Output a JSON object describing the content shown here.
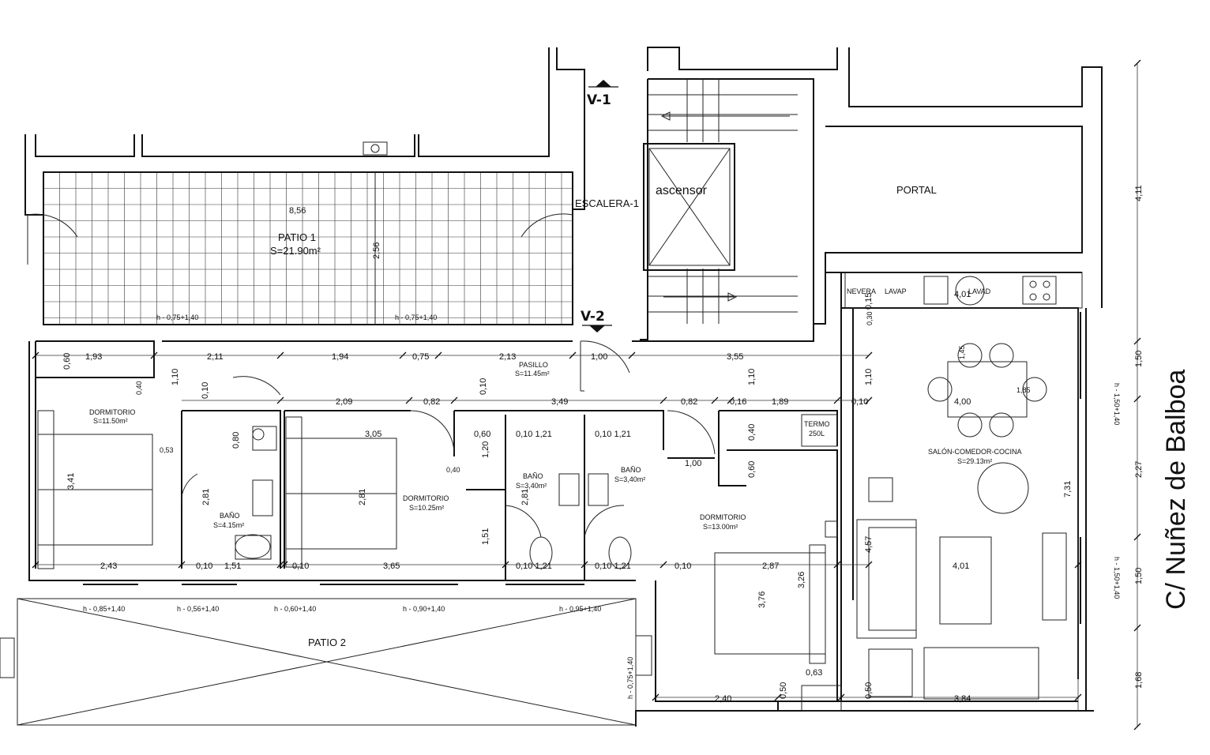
{
  "street": "C/ Nuñez de Balboa",
  "views": {
    "v1": "V-1",
    "v2": "V-2"
  },
  "stair": {
    "label": "ESCALERA-1",
    "elevator": "ascensor"
  },
  "portal": "PORTAL",
  "patio1": {
    "name": "PATIO 1",
    "area": "S=21.90m²",
    "width": "8,56",
    "depth": "2,56"
  },
  "patio2": {
    "name": "PATIO 2"
  },
  "rooms": {
    "bed1": {
      "name": "DORMITORIO",
      "area": "S=11.50m²"
    },
    "bath1": {
      "name": "BAÑO",
      "area": "S=4.15m²"
    },
    "bed2": {
      "name": "DORMITORIO",
      "area": "S=10.25m²"
    },
    "hall": {
      "name": "PASILLO",
      "area": "S=11.45m²"
    },
    "bath2": {
      "name": "BAÑO",
      "area": "S=3,40m²"
    },
    "bath3": {
      "name": "BAÑO",
      "area": "S=3,40m²"
    },
    "bed3": {
      "name": "DORMITORIO",
      "area": "S=13.00m²"
    },
    "living": {
      "name": "SALÓN-COMEDOR-COCINA",
      "area": "S=29.13m²"
    }
  },
  "appliances": {
    "fridge": "NEVERA",
    "washer": "LAVAP",
    "heater": "TERMO",
    "heater_cap": "250L",
    "lavad": "LAVAD"
  },
  "windows": {
    "p1a": "h - 0,75+1,40",
    "p1b": "h - 0,75+1,40",
    "s1": "h - 0,85+1,40",
    "s2": "h - 0,56+1,40",
    "s3": "h - 0,60+1,40",
    "s4": "h - 0,90+1,40",
    "s5": "h - 0,95+1,40",
    "s6": "h - 0,75+1,40",
    "e1": "h - 1,50+1,40",
    "e2": "h - 1,50+1,40"
  },
  "dims": {
    "d060": "0,60",
    "d193": "1,93",
    "d211": "2,11",
    "d194": "1,94",
    "d075": "0,75",
    "d213": "2,13",
    "d100": "1,00",
    "d355": "3,55",
    "d110a": "1,10",
    "d010a": "0,10",
    "d209": "2,09",
    "d082a": "0,82",
    "d349": "3,49",
    "d082b": "0,82",
    "d016": "0,16",
    "d189": "1,89",
    "d010b": "0,10",
    "d110b": "1,10",
    "d110c": "1,10",
    "d040a": "0,40",
    "d053": "0,53",
    "d341": "3,41",
    "d080": "0,80",
    "d305": "3,05",
    "d060b": "0,60",
    "d0101a": "0,10 1,21",
    "d0101b": "0,10 1,21",
    "d040b": "0,40",
    "d040c": "0,40",
    "d281a": "2,81",
    "d281b": "2,81",
    "d281c": "2,81",
    "d151a": "1,51",
    "d120": "1,20",
    "d100b": "1,00",
    "d060c": "0,60",
    "d243": "2,43",
    "d010c": "0,10",
    "d151b": "1,51",
    "d010d": "0,10",
    "d365": "3,65",
    "d0101c": "0,10 1,21",
    "d0101d": "0,10 1,21",
    "d010e": "0,10",
    "d287": "2,87",
    "d010f": "0,10",
    "d401a": "4,01",
    "d401b": "4,01",
    "d457": "4,57",
    "d376": "3,76",
    "d326": "3,26",
    "d063": "0,63",
    "d240": "2,40",
    "d050a": "0,50",
    "d050b": "0,50",
    "d384": "3,84",
    "d400": "4,00",
    "d145": "1,45",
    "d185": "1,85",
    "d015": "0,15",
    "d030": "0,30",
    "d731": "7,31",
    "d411": "4,11",
    "d150a": "1,50",
    "d227": "2,27",
    "d150b": "1,50",
    "d168": "1,68"
  }
}
